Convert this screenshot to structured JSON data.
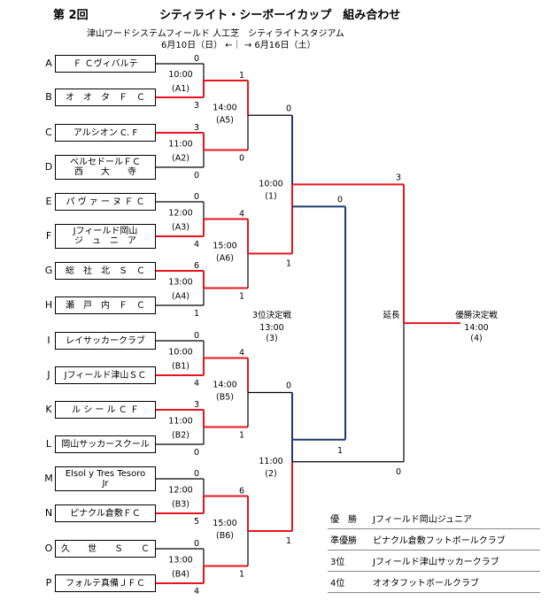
{
  "header": {
    "edition": "第 2回",
    "title": "シティライト・シーボーイカップ　組み合わせ",
    "venue": "津山ワードシステムフィールド 人工芝　シティライトスタジアム",
    "dates": "6月10日（日） ←｜ → 6月16日（土）"
  },
  "teams": [
    {
      "letter": "A",
      "line1": "Ｆ Ｃヴィバルテ",
      "line2": ""
    },
    {
      "letter": "B",
      "line1": "オ　オ　タ　Ｆ　Ｃ",
      "line2": ""
    },
    {
      "letter": "C",
      "line1": "アルシオン C. F",
      "line2": ""
    },
    {
      "letter": "D",
      "line1": "ベルセドールＦＣ",
      "line2": "西　　大　　寺"
    },
    {
      "letter": "E",
      "line1": "パ ヴ ァ ー ヌ Ｆ Ｃ",
      "line2": ""
    },
    {
      "letter": "F",
      "line1": "Jフィールド岡山",
      "line2": "ジ　ュ　ニ　ア"
    },
    {
      "letter": "G",
      "line1": "総　社　北　Ｓ　Ｃ",
      "line2": ""
    },
    {
      "letter": "H",
      "line1": "瀬　戸　内　Ｆ　Ｃ",
      "line2": ""
    },
    {
      "letter": "I",
      "line1": "レイサッカークラブ",
      "line2": ""
    },
    {
      "letter": "J",
      "line1": "Jフィールド津山ＳＣ",
      "line2": ""
    },
    {
      "letter": "K",
      "line1": "ル シ ー ル Ｃ Ｆ",
      "line2": ""
    },
    {
      "letter": "L",
      "line1": "岡山サッカースクール",
      "line2": ""
    },
    {
      "letter": "M",
      "line1": "Elsol y Tres Tesoro",
      "line2": "Jr"
    },
    {
      "letter": "N",
      "line1": "ピナクル倉敷ＦＣ",
      "line2": ""
    },
    {
      "letter": "O",
      "line1": "久　　世　　Ｓ　　Ｃ",
      "line2": ""
    },
    {
      "letter": "P",
      "line1": "フォルテ真備ＪＦＣ",
      "line2": ""
    }
  ],
  "round1": [
    {
      "time": "10:00",
      "scores": [
        "0",
        "3"
      ]
    },
    {
      "label": "(A1)"
    },
    {
      "time": "11:00",
      "scores": [
        "3",
        "0"
      ]
    },
    {
      "label": "(A2)"
    },
    {
      "time": "12:00",
      "scores": [
        "0",
        "4"
      ]
    },
    {
      "label": "(A3)"
    },
    {
      "time": "13:00",
      "scores": [
        "6",
        "1"
      ]
    },
    {
      "label": "(A4)"
    }
  ],
  "r1_matches": [
    {
      "top": "10:00",
      "bot": "(A1)",
      "s": [
        "0",
        "3"
      ]
    },
    {
      "top": "11:00",
      "bot": "(A2)",
      "s": [
        "3",
        "0"
      ]
    },
    {
      "top": "12:00",
      "bot": "(A3)",
      "s": [
        "0",
        "4"
      ]
    },
    {
      "top": "13:00",
      "bot": "(A4)",
      "s": [
        "6",
        "1"
      ]
    },
    {
      "top": "10:00",
      "bot": "(B1)",
      "s": [
        "0",
        "4"
      ]
    },
    {
      "top": "11:00",
      "bot": "(B2)",
      "s": [
        "3",
        "0"
      ]
    },
    {
      "top": "12:00",
      "bot": "(B3)",
      "s": [
        "0",
        "5"
      ]
    },
    {
      "top": "13:00",
      "bot": "(B4)",
      "s": [
        "0",
        "4"
      ]
    }
  ],
  "r2_matches": [
    {
      "time": "14:00",
      "label": "(A5)",
      "s": [
        "1",
        "0"
      ]
    },
    {
      "time": "15:00",
      "label": "(A6)",
      "s": [
        "4",
        "1"
      ]
    },
    {
      "time": "14:00",
      "label": "(B5)",
      "s": [
        "4",
        "1"
      ]
    },
    {
      "time": "15:00",
      "label": "(B6)",
      "s": [
        "6",
        "1"
      ]
    }
  ],
  "semis": [
    {
      "time": "10:00",
      "label": "(1)",
      "s": [
        "0",
        "1"
      ]
    },
    {
      "time": "11:00",
      "label": "(2)",
      "s": [
        "0",
        "1"
      ]
    }
  ],
  "third_place": {
    "title": "3位決定戦",
    "time": "13:00",
    "label": "(3)",
    "s": [
      "0",
      "1"
    ]
  },
  "final": {
    "title": "優勝決定戦",
    "time": "14:00",
    "label": "(4)",
    "s": [
      "3",
      "0"
    ],
    "note": "延長"
  },
  "results": [
    {
      "rank": "優　勝",
      "team": "Jフィールド岡山ジュニア"
    },
    {
      "rank": "準優勝",
      "team": "ピナクル倉敷フットボールクラブ"
    },
    {
      "rank": "3位",
      "team": "Jフィールド津山サッカークラブ"
    },
    {
      "rank": "4位",
      "team": "オオタフットボールクラブ"
    }
  ],
  "colors": {
    "winner": "#e8141c",
    "third": "#1f3a6e",
    "line": "#000000"
  }
}
